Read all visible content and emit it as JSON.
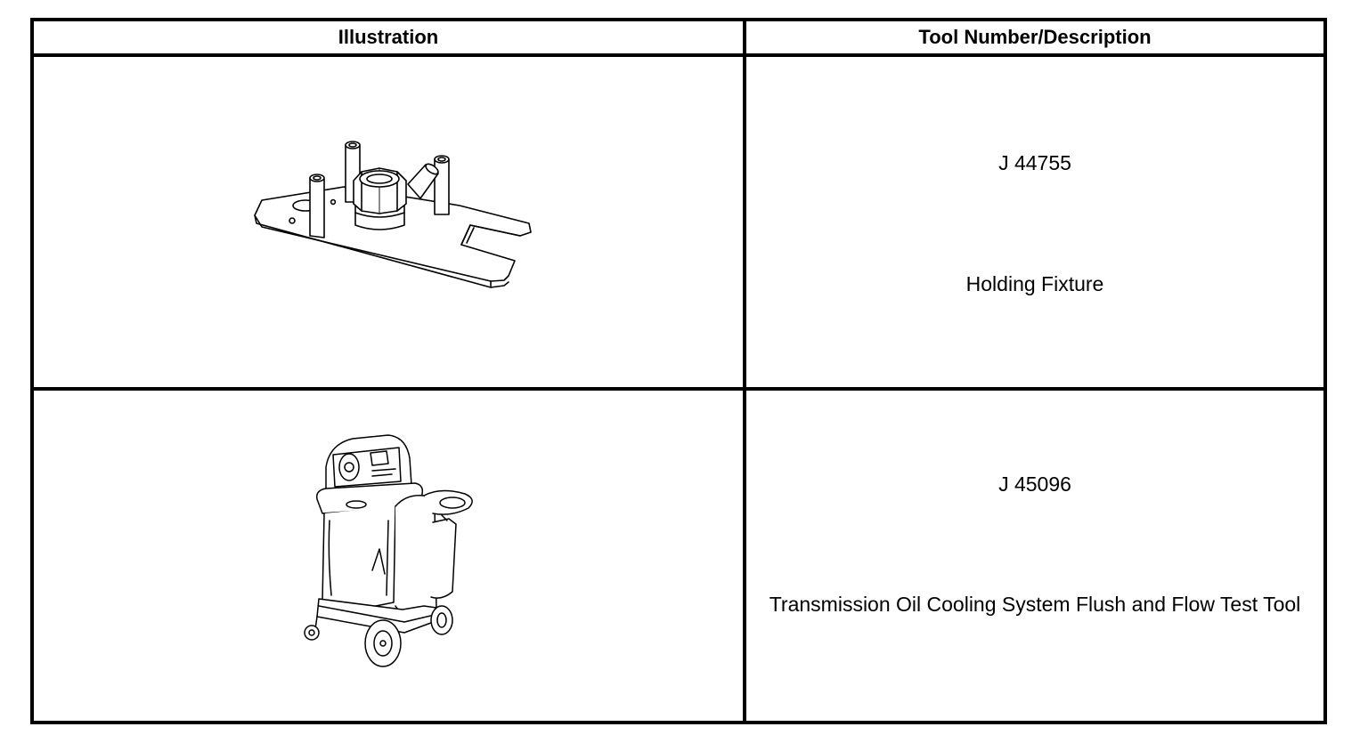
{
  "table": {
    "headers": {
      "illustration": "Illustration",
      "tool": "Tool Number/Description"
    },
    "rows": [
      {
        "icon": "holding-fixture-drawing",
        "tool_number": "J 44755",
        "description": "Holding Fixture"
      },
      {
        "icon": "flush-and-flow-test-cart-drawing",
        "tool_number": "J 45096",
        "description": "Transmission Oil Cooling System Flush and Flow Test Tool"
      }
    ]
  }
}
